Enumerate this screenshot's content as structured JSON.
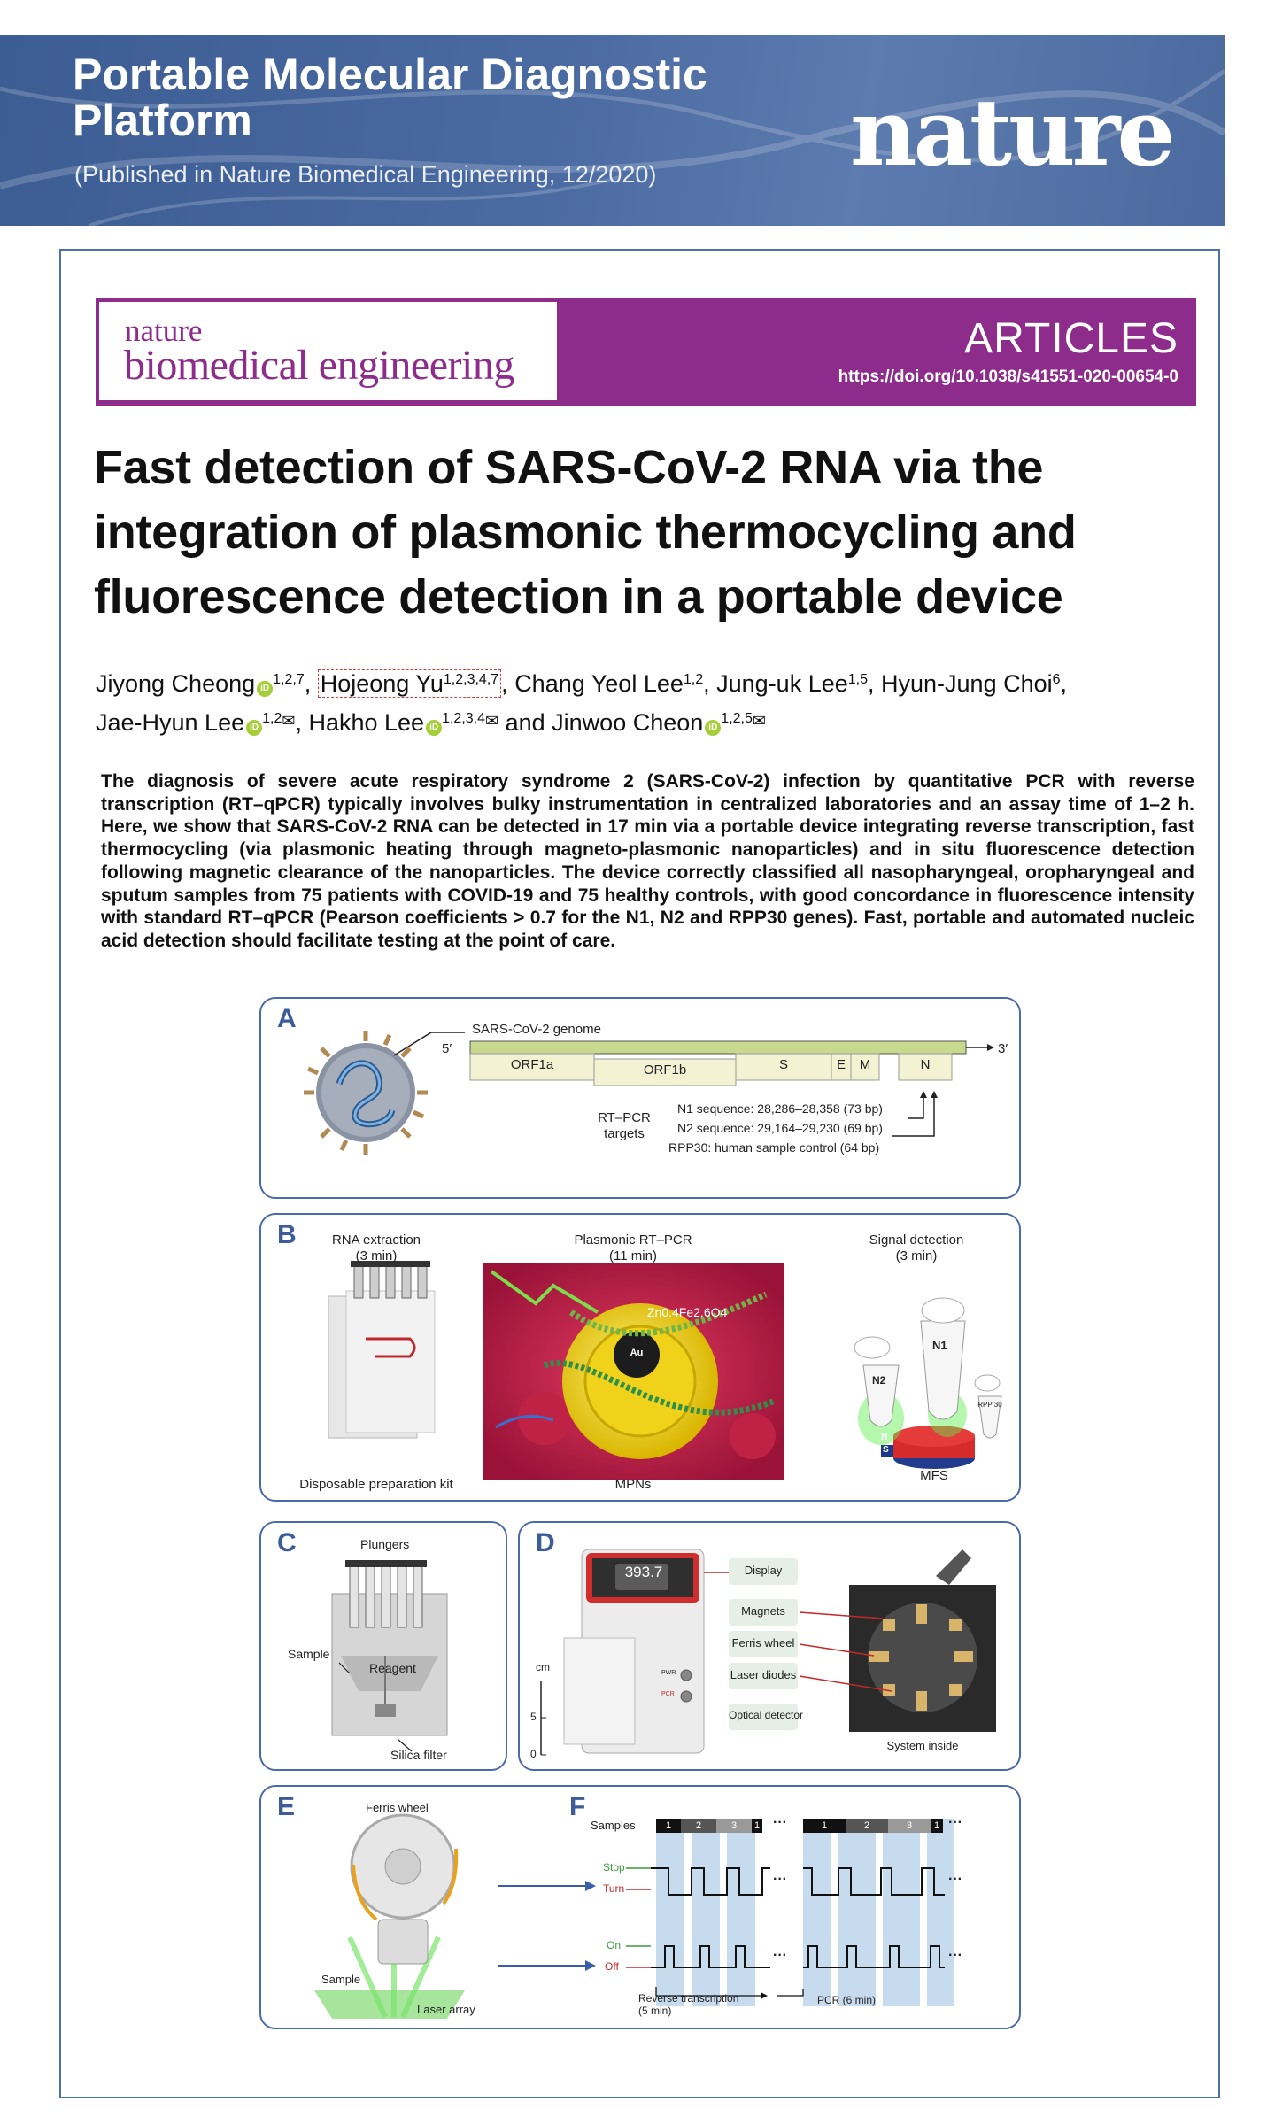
{
  "banner": {
    "title": "Portable Molecular Diagnostic Platform",
    "subtitle": "(Published in Nature Biomedical Engineering, 12/2020)",
    "logo": "nature"
  },
  "journal": {
    "name_line1": "nature",
    "name_line2": "biomedical engineering",
    "section": "ARTICLES",
    "doi": "https://doi.org/10.1038/s41551-020-00654-0",
    "color": "#8d2c8b"
  },
  "article": {
    "title": "Fast detection of SARS-CoV-2 RNA via the integration of plasmonic thermocycling and fluorescence detection in a portable device",
    "authors": [
      {
        "name": "Jiyong Cheong",
        "aff": "1,2,7",
        "orcid": true,
        "mail": false,
        "highlight": false
      },
      {
        "name": "Hojeong Yu",
        "aff": "1,2,3,4,7",
        "orcid": false,
        "mail": false,
        "highlight": true
      },
      {
        "name": "Chang Yeol Lee",
        "aff": "1,2",
        "orcid": false,
        "mail": false,
        "highlight": false
      },
      {
        "name": "Jung-uk Lee",
        "aff": "1,5",
        "orcid": false,
        "mail": false,
        "highlight": false
      },
      {
        "name": "Hyun-Jung Choi",
        "aff": "6",
        "orcid": false,
        "mail": false,
        "highlight": false
      },
      {
        "name": "Jae-Hyun Lee",
        "aff": "1,2",
        "orcid": true,
        "mail": true,
        "highlight": false
      },
      {
        "name": "Hakho Lee",
        "aff": "1,2,3,4",
        "orcid": true,
        "mail": true,
        "highlight": false
      },
      {
        "name": "Jinwoo Cheon",
        "aff": "1,2,5",
        "orcid": true,
        "mail": true,
        "highlight": false
      }
    ],
    "and_word": "and",
    "abstract": "The diagnosis of severe acute respiratory syndrome 2 (SARS-CoV-2) infection by quantitative PCR with reverse transcription (RT–qPCR) typically involves bulky instrumentation in centralized laboratories and an assay time of 1–2 h. Here, we show that SARS-CoV-2 RNA can be detected in 17 min via a portable device integrating reverse transcription, fast thermocycling (via plasmonic heating through magneto-plasmonic nanoparticles) and in situ fluorescence detection following magnetic clearance of the nanoparticles. The device correctly classified all nasopharyngeal, oropharyngeal and sputum samples from 75 patients with COVID-19 and 75 healthy controls, with good concordance in fluorescence intensity with standard RT–qPCR (Pearson coefficients > 0.7 for the N1, N2 and RPP30 genes). Fast, portable and automated nucleic acid detection should facilitate testing at the point of care."
  },
  "figure": {
    "A": {
      "label": "A",
      "genome_title": "SARS-CoV-2 genome",
      "five_prime": "5′",
      "three_prime": "3′",
      "genes": [
        "ORF1a",
        "ORF1b",
        "S",
        "E",
        "M",
        "N"
      ],
      "targets_label": "RT–PCR targets",
      "sequences": [
        "N1 sequence: 28,286–28,358 (73 bp)",
        "N2 sequence: 29,164–29,230 (69 bp)",
        "RPP30: human sample control (64 bp)"
      ]
    },
    "B": {
      "label": "B",
      "steps": [
        {
          "title": "RNA extraction",
          "time": "(3 min)",
          "caption": "Disposable preparation kit"
        },
        {
          "title": "Plasmonic RT–PCR",
          "time": "(11 min)",
          "caption": "MPNs"
        },
        {
          "title": "Signal detection",
          "time": "(3 min)",
          "caption": "MFS"
        }
      ],
      "particle_shell": "Zn0.4Fe2.6O4",
      "particle_core": "Au",
      "tubes": [
        "N1",
        "N2",
        "RPP 30"
      ],
      "magnet_n": "N",
      "magnet_s": "S"
    },
    "C": {
      "label": "C",
      "plungers": "Plungers",
      "sample": "Sample",
      "reagent": "Reagent",
      "filter": "Silica filter"
    },
    "D": {
      "label": "D",
      "display_value": "393.7",
      "btn_pwr": "PWR",
      "btn_pcr": "PCR",
      "scale_unit": "cm",
      "scale_5": "5",
      "scale_0": "0",
      "callouts": [
        "Display",
        "Magnets",
        "Ferris wheel",
        "Laser diodes",
        "Optical detector"
      ],
      "inside_caption": "System inside"
    },
    "E": {
      "label": "E",
      "ferris": "Ferris wheel",
      "sample": "Sample",
      "laser": "Laser array"
    },
    "F": {
      "label": "F",
      "samples_label": "Samples",
      "sample_seq": [
        "1",
        "2",
        "3",
        "1",
        "1",
        "2",
        "3",
        "1"
      ],
      "stop": "Stop",
      "turn": "Turn",
      "on": "On",
      "off": "Off",
      "ellipsis": "···",
      "rt": "Reverse transcription",
      "rt_time": "(5 min)",
      "pcr": "PCR (6 min)"
    }
  }
}
